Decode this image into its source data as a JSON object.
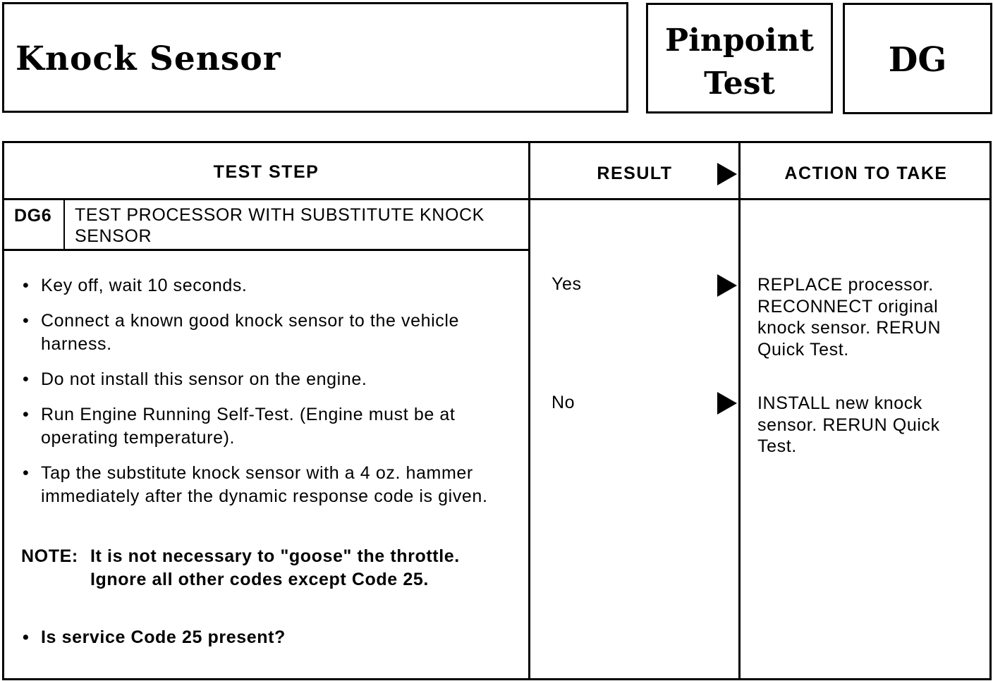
{
  "header": {
    "title": "Knock Sensor",
    "pinpoint_line1": "Pinpoint",
    "pinpoint_line2": "Test",
    "code": "DG"
  },
  "columns": {
    "test_step": "TEST STEP",
    "result": "RESULT",
    "action": "ACTION TO TAKE"
  },
  "step": {
    "id": "DG6",
    "title": "TEST PROCESSOR WITH SUBSTITUTE KNOCK SENSOR",
    "bullets": [
      "Key off, wait 10 seconds.",
      "Connect a known good knock sensor to the vehicle harness.",
      "Do not install this sensor on the engine.",
      "Run Engine Running Self-Test. (Engine must be at operating temperature).",
      "Tap the substitute knock sensor with a 4 oz. hammer immediately after the dynamic response code is given."
    ],
    "note_label": "NOTE:",
    "note_text": "It is not necessary to \"goose\" the throttle. Ignore all other codes except Code 25.",
    "question": "Is service Code 25 present?"
  },
  "results": [
    {
      "result": "Yes",
      "action": "REPLACE processor. RECONNECT original knock sensor. RERUN Quick Test."
    },
    {
      "result": "No",
      "action": "INSTALL new knock sensor. RERUN Quick Test."
    }
  ]
}
